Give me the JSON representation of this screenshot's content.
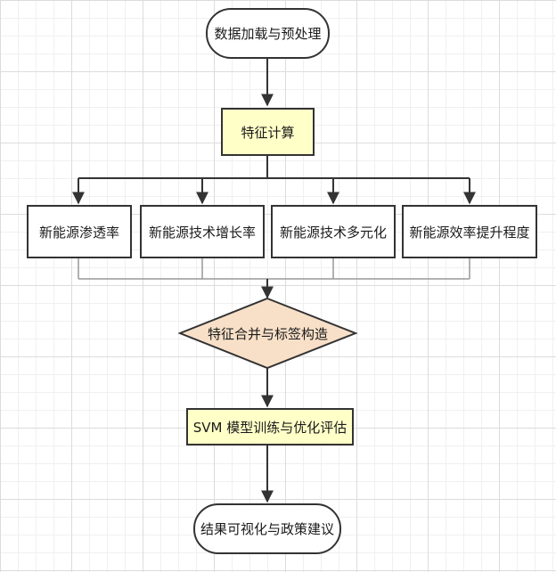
{
  "flowchart": {
    "start": {
      "label": "数据加载与预处理"
    },
    "feature_calc": {
      "label": "特征计算"
    },
    "features": [
      {
        "label": "新能源渗透率"
      },
      {
        "label": "新能源技术增长率"
      },
      {
        "label": "新能源技术多元化"
      },
      {
        "label": "新能源效率提升程度"
      }
    ],
    "merge": {
      "label": "特征合并与标签构造"
    },
    "train": {
      "label": "SVM 模型训练与优化评估"
    },
    "end": {
      "label": "结果可视化与政策建议"
    }
  },
  "colors": {
    "line": "#333333",
    "highlight_fill": "#ffffc8",
    "diamond_fill": "#f8e0c8",
    "box_fill": "#ffffff",
    "grid": "#dcdcdc"
  }
}
